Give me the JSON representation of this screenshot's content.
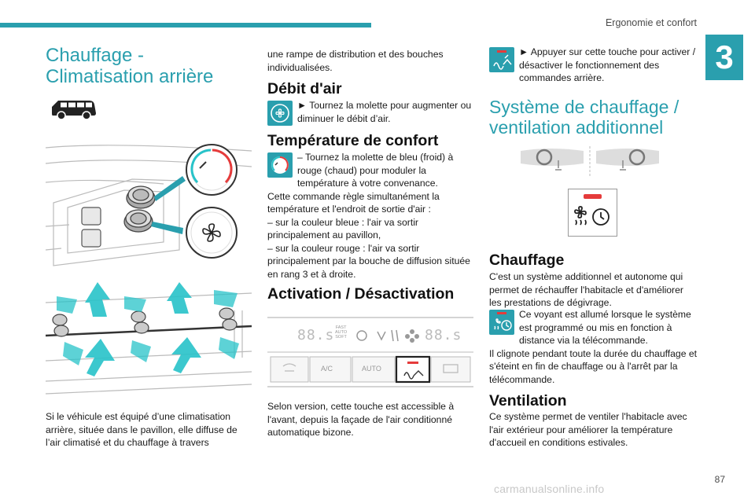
{
  "header": {
    "chapter_title": "Ergonomie et confort",
    "chapter_number": "3"
  },
  "page_number": "87",
  "col1": {
    "title": "Chauffage - Climatisation arrière",
    "paragraph": "Si le véhicule est équipé d’une climatisation arrière, située dans le pavillon, elle diffuse de l’air climatisé et du chauffage à travers"
  },
  "col2": {
    "intro": "une rampe de distribution et des bouches individualisées.",
    "debit_title": "Débit d'air",
    "debit_text": "► Tournez la molette pour augmenter ou diminuer le débit d’air.",
    "temp_title": "Température de confort",
    "temp_text": "– Tournez la molette de bleu (froid) à rouge (chaud) pour moduler la température à votre convenance.",
    "temp_text2": "Cette commande règle simultanément la température et l'endroit de sortie d'air :",
    "temp_item1": "– sur la couleur bleue : l'air va sortir principalement au pavillon,",
    "temp_item2": "– sur la couleur rouge : l'air va sortir principalement par la bouche de diffusion située en rang 3 et à droite.",
    "activation_title": "Activation / Désactivation",
    "panel": {
      "temp_left": "88.s",
      "temp_right": "88.s",
      "fast": "FAST",
      "auto": "AUTO",
      "soft": "SOFT",
      "ac": "A/C",
      "auto_btn": "AUTO"
    },
    "selon_text": "Selon version, cette touche est accessible à l'avant, depuis la façade de l'air conditionné automatique bizone."
  },
  "col3": {
    "press_text": "► Appuyer sur cette touche pour activer / désactiver le fonctionnement des commandes arrière.",
    "system_title": "Système de chauffage / ventilation additionnel",
    "chauffage_title": "Chauffage",
    "chauffage_text": "C'est un système additionnel et autonome qui permet de réchauffer l'habitacle et d'améliorer les prestations de dégivrage.",
    "voyant_text": "Ce voyant est allumé lorsque le système est programmé ou mis en fonction à distance via la télécommande.",
    "clignote_text": "Il clignote pendant toute la durée du chauffage et s'éteint en fin de chauffage ou à l'arrêt par la télécommande.",
    "ventilation_title": "Ventilation",
    "ventilation_text": "Ce système permet de ventiler l'habitacle avec l'air extérieur pour améliorer la température d'accueil en conditions estivales."
  },
  "watermark": "carmanualsonline.info",
  "colors": {
    "accent": "#2a9fae",
    "heat_red": "#e53b3b",
    "cold_blue": "#28c3c9"
  }
}
